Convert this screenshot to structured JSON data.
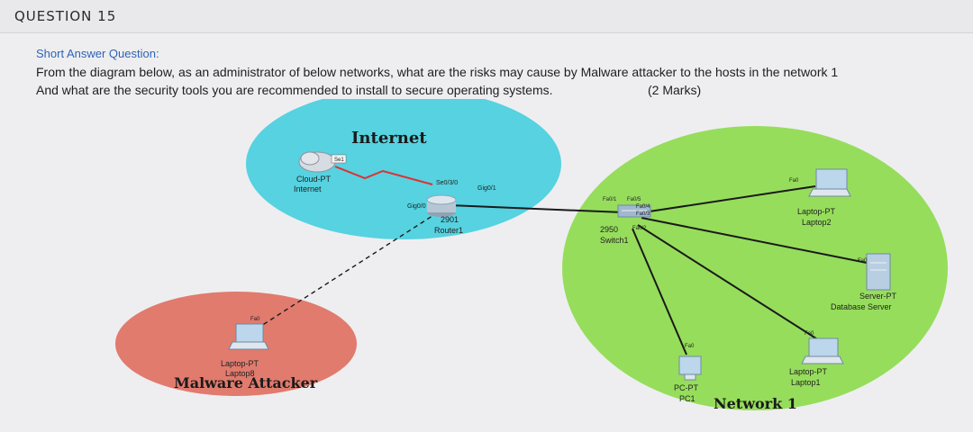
{
  "header": {
    "title": "QUESTION 15"
  },
  "question": {
    "type_label": "Short Answer Question:",
    "line1": "From the diagram below, as an administrator of below networks, what are the risks may cause by Malware attacker to the hosts in the network 1",
    "line2": "And what are the security tools you are recommended to install to secure operating systems.",
    "marks": "(2 Marks)"
  },
  "diagram": {
    "zones": {
      "internet": "Internet",
      "network1": "Network 1",
      "attacker": "Malware Attacker"
    },
    "devices": {
      "cloud": {
        "type": "Cloud-PT",
        "name": "Internet",
        "port": "Se1"
      },
      "router": {
        "type": "2901",
        "name": "Router1",
        "ports": [
          "Se0/3/0",
          "Gig0/1",
          "Gig0/0"
        ]
      },
      "switch": {
        "type": "2950",
        "name": "Switch1",
        "ports": [
          "Fa0/1",
          "Fa0/5",
          "Fa0/4",
          "Fa0/3",
          "Fa0/2"
        ]
      },
      "laptop2": {
        "type": "Laptop-PT",
        "name": "Laptop2",
        "port": "Fa0"
      },
      "server": {
        "type": "Server-PT",
        "name": "Database Server",
        "port": "Fa0"
      },
      "laptop1": {
        "type": "Laptop-PT",
        "name": "Laptop1",
        "port": "Fa0"
      },
      "pc1": {
        "type": "PC-PT",
        "name": "PC1",
        "port": "Fa0"
      },
      "laptop8": {
        "type": "Laptop-PT",
        "name": "Laptop8",
        "port": "Fa0"
      }
    }
  },
  "colors": {
    "internet_zone": "#56d2e0",
    "network_zone": "#96dd5c",
    "attacker_zone": "#e07b6e",
    "serial_link": "#e03030"
  }
}
